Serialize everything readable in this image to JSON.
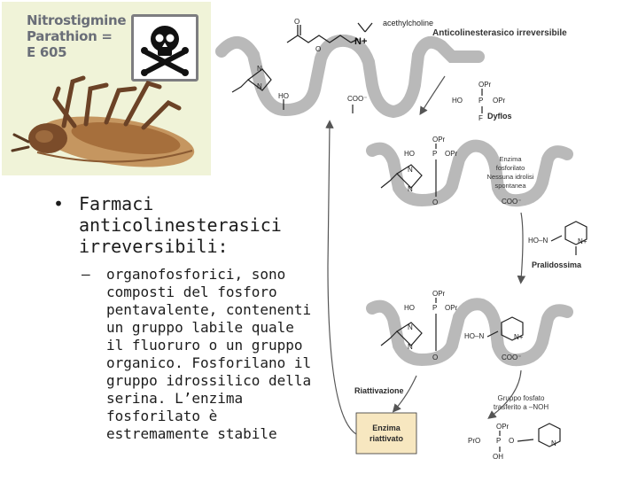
{
  "poison_panel": {
    "labels": [
      "Nitrostigmine =",
      "Parathion =",
      "E 605"
    ],
    "icon": "skull-crossbones-icon"
  },
  "bullets": {
    "main": "Farmaci anticolinesterasici irreversibili:",
    "sub": "organofosforici, sono composti del fosforo pentavalente, contenenti un gruppo labile quale il fluoruro o un gruppo organico. Fosforilano il gruppo idrossilico della serina. L’enzima fosforilato è estremamente stabile"
  },
  "diagram": {
    "acetylcholine_label": "acethylcholine",
    "title": "Anticolinesterasico irreversibile",
    "ho_label": "HO",
    "coo_label": "COO⁻",
    "o_label": "O",
    "opr_label": "OPr",
    "f_label": "F",
    "dyflos_left": "HO",
    "dyflos_right": "OPr",
    "dyflos_name": "Dyflos",
    "phosphor_label": "P",
    "enzyme_info_lines": [
      "Enzima",
      "fosforilato",
      "Nessuna idrolisi",
      "spontanea"
    ],
    "pralidoxime_left": "HO–N",
    "pralidoxime_name": "Pralidossima",
    "oxime_left": "HO–N",
    "reactivation_label": "Riattivazione",
    "enzyme_box_lines": [
      "Enzima",
      "riattivato"
    ],
    "transfer_lines": [
      "Gruppo fosfato",
      "trasferito a –NOH"
    ],
    "product_left": "PrO",
    "product_oh": "OH",
    "nitrogen_label": "N",
    "n_plus_label": "N+",
    "colors": {
      "membrane": "#b9b9b9",
      "enzyme_box_fill": "#f7e7c0",
      "panel_bg": "#f0f3d8",
      "arrow": "#555555"
    }
  }
}
